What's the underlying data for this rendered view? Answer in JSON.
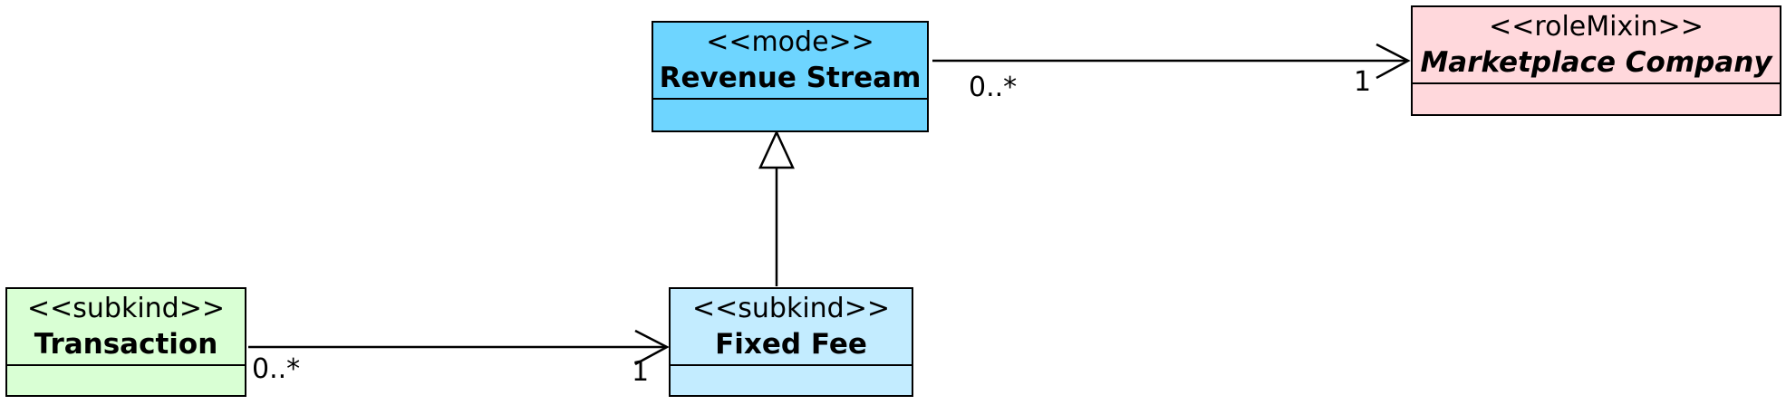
{
  "classes": {
    "revenue_stream": {
      "stereotype": "<<mode>>",
      "name": "Revenue Stream",
      "fill": "#6ED5FF"
    },
    "marketplace_company": {
      "stereotype": "<<roleMixin>>",
      "name": "Marketplace Company",
      "fill": "#FFD8DC"
    },
    "transaction": {
      "stereotype": "<<subkind>>",
      "name": "Transaction",
      "fill": "#D9FFD4"
    },
    "fixed_fee": {
      "stereotype": "<<subkind>>",
      "name": "Fixed Fee",
      "fill": "#C3ECFF"
    }
  },
  "associations": {
    "revenue_to_company": {
      "source_mult": "0..*",
      "target_mult": "1"
    },
    "transaction_to_fee": {
      "source_mult": "0..*",
      "target_mult": "1"
    }
  }
}
